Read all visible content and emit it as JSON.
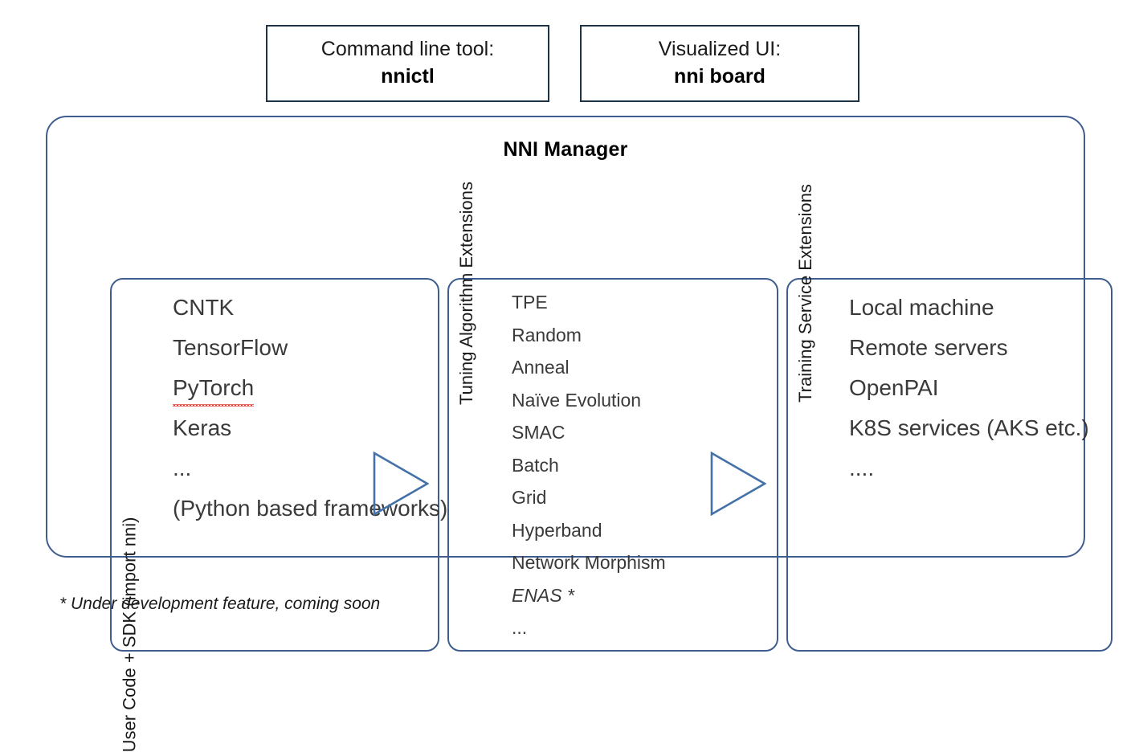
{
  "top_boxes": [
    {
      "caption": "Command line tool:",
      "name": "nnictl"
    },
    {
      "caption": "Visualized UI:",
      "name": "nni board"
    }
  ],
  "manager": {
    "title": "NNI Manager",
    "columns": [
      {
        "side_label": "User Code + SDK (import nni)",
        "items": [
          {
            "text": "CNTK"
          },
          {
            "text": "TensorFlow"
          },
          {
            "text": "PyTorch",
            "spell_error": true
          },
          {
            "text": "Keras"
          },
          {
            "text": "..."
          },
          {
            "text": "(Python based frameworks)",
            "small": true
          }
        ]
      },
      {
        "side_label": "Tuning Algorithm Extensions",
        "items": [
          {
            "text": "TPE"
          },
          {
            "text": "Random"
          },
          {
            "text": "Anneal"
          },
          {
            "text": "Naïve Evolution"
          },
          {
            "text": "SMAC"
          },
          {
            "text": "Batch"
          },
          {
            "text": "Grid"
          },
          {
            "text": "Hyperband"
          },
          {
            "text": "Network Morphism"
          },
          {
            "text": "ENAS *",
            "italic": true
          },
          {
            "text": "..."
          }
        ]
      },
      {
        "side_label": "Training Service Extensions",
        "items": [
          {
            "text": "Local machine"
          },
          {
            "text": "Remote servers"
          },
          {
            "text": "OpenPAI"
          },
          {
            "text": "K8S services (AKS etc.)"
          },
          {
            "text": "...."
          }
        ]
      }
    ]
  },
  "arrows": [
    {
      "name": "arrow-user-to-tuning"
    },
    {
      "name": "arrow-tuning-to-service"
    }
  ],
  "footnote": "* Under development feature, coming soon",
  "colors": {
    "top_box_border": "#1F3346",
    "container_border": "#3F5E8F",
    "arrow_stroke": "#4472A8",
    "text": "#3A3A3A",
    "spell_error": "#E23B2E"
  }
}
